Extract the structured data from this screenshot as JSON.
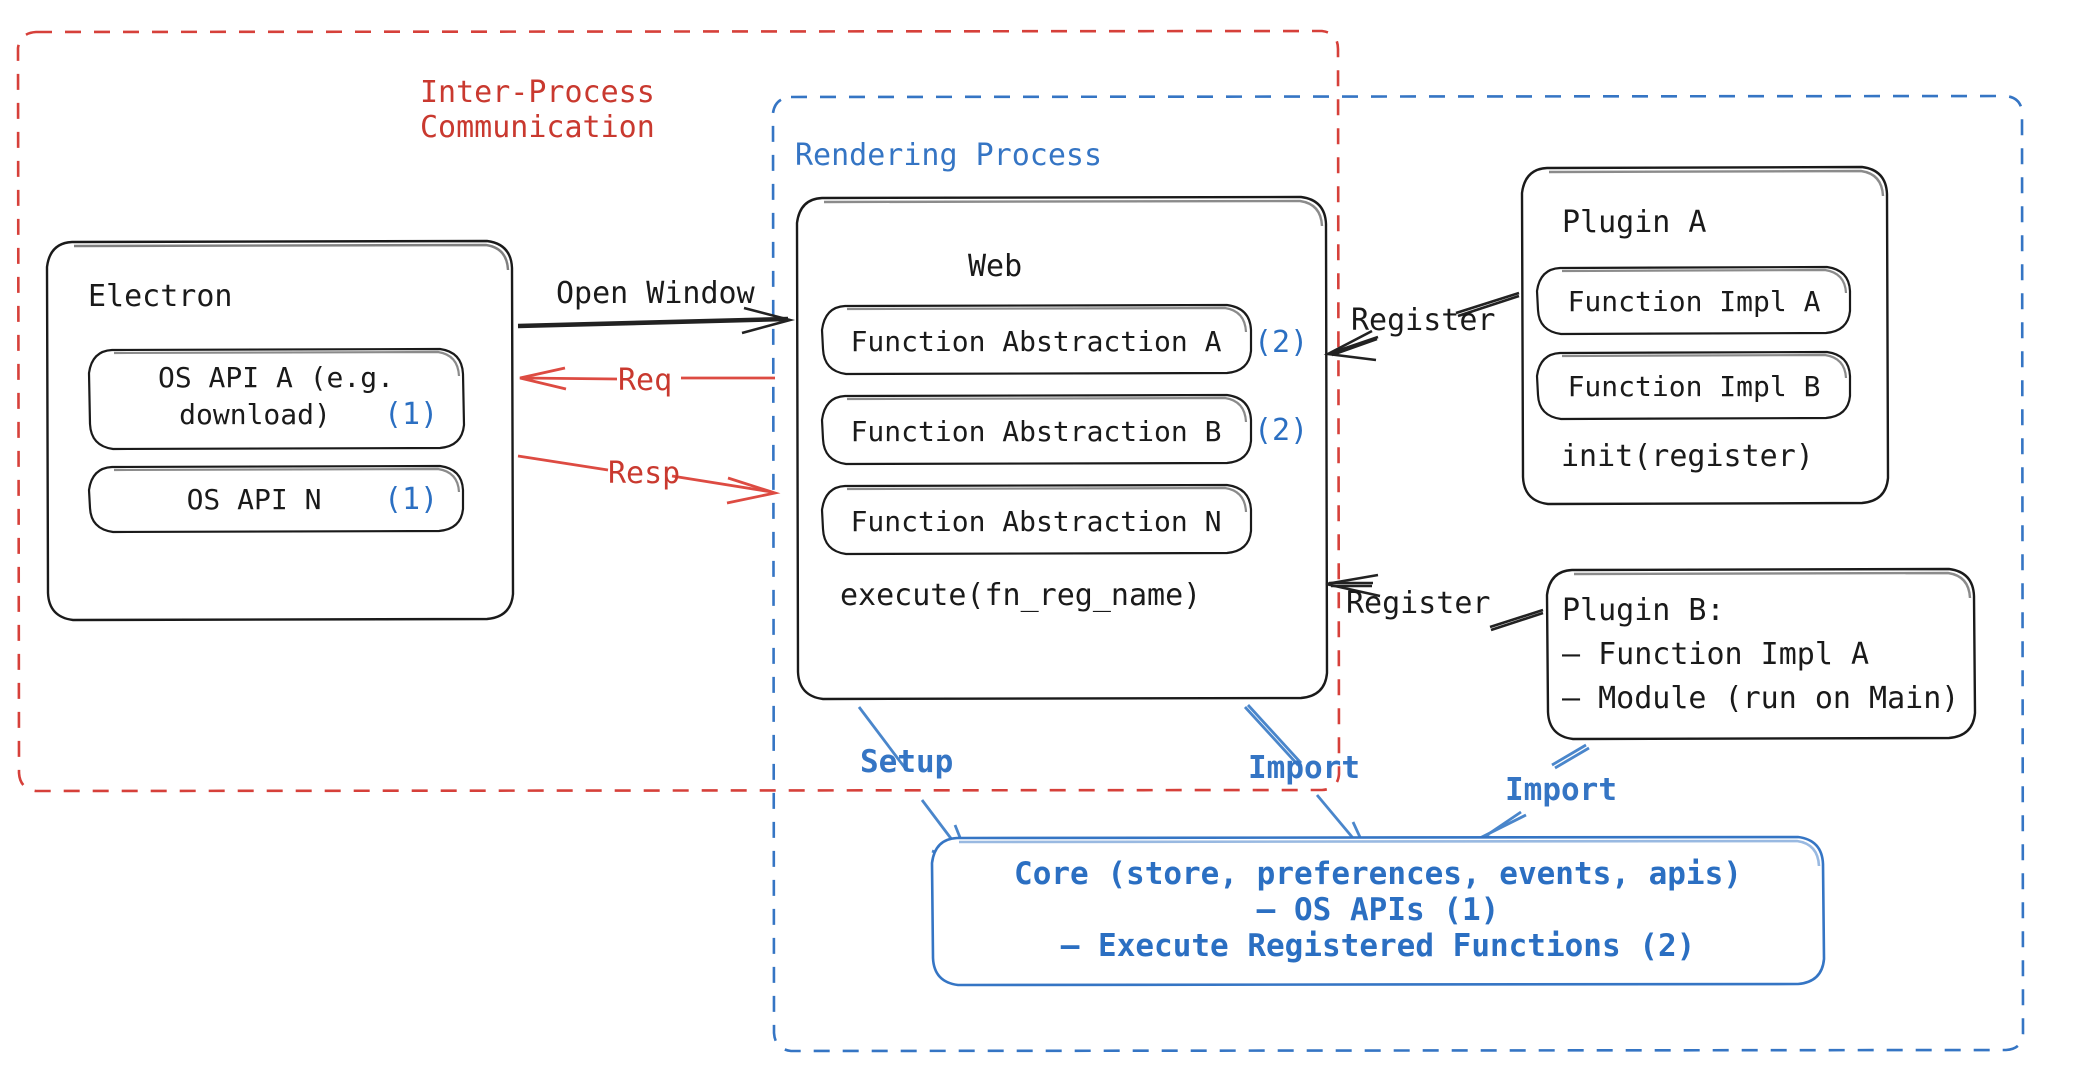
{
  "diagram": {
    "title": "Electron plugin architecture",
    "colors": {
      "red": "#c9392f",
      "blue": "#3575c4",
      "ink": "#1a1a1a"
    },
    "groups": {
      "ipc": {
        "label_line1": "Inter-Process",
        "label_line2": "Communication"
      },
      "rendering": {
        "label": "Rendering Process"
      }
    },
    "electron": {
      "title": "Electron",
      "items": [
        {
          "line1": "OS API A (e.g.",
          "line2": "download)",
          "badge": "(1)"
        },
        {
          "line1": "OS API N",
          "line2": "",
          "badge": "(1)"
        }
      ]
    },
    "web": {
      "title": "Web",
      "items": [
        {
          "label": "Function Abstraction A",
          "badge": "(2)"
        },
        {
          "label": "Function Abstraction B",
          "badge": "(2)"
        },
        {
          "label": "Function Abstraction N",
          "badge": ""
        }
      ],
      "footer": "execute(fn_reg_name)"
    },
    "plugin_a": {
      "title": "Plugin A",
      "items": [
        "Function Impl A",
        "Function Impl B"
      ],
      "footer": "init(register)"
    },
    "plugin_b": {
      "title": "Plugin B:",
      "items": [
        "– Function Impl A",
        "– Module (run on Main)"
      ]
    },
    "core": {
      "line1": "Core (store, preferences, events, apis)",
      "line2": "– OS APIs (1)",
      "line3": "– Execute Registered Functions (2)"
    },
    "arrows": {
      "open_window": "Open Window",
      "req": "Req",
      "resp": "Resp",
      "register_a": "Register",
      "register_b": "Register",
      "setup": "Setup",
      "import_web": "Import",
      "import_plugin": "Import"
    }
  }
}
